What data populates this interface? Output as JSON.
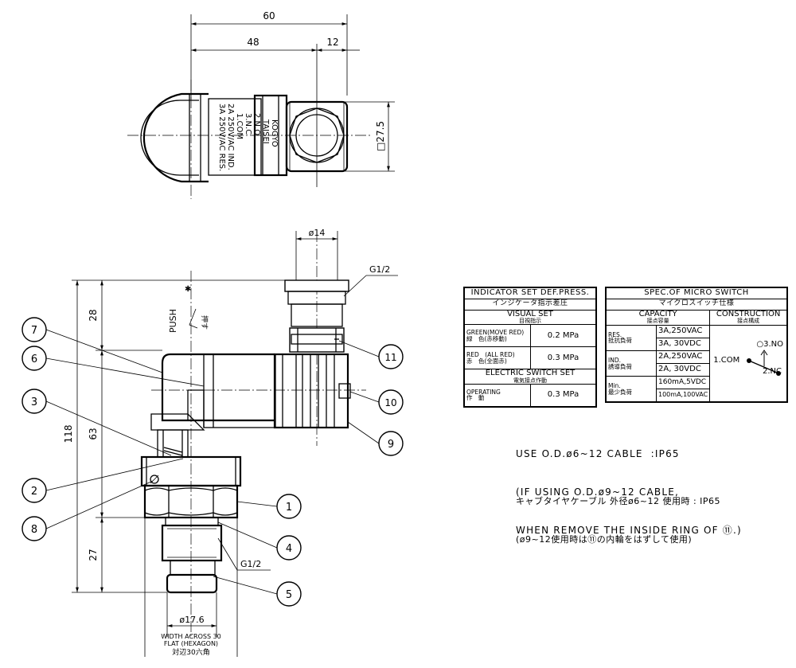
{
  "dimensions": {
    "overall_width": "60",
    "body_width": "48",
    "nut_width": "12",
    "square_size": "□27.5",
    "cable_bore": "ø14",
    "top_thread": "G1/2",
    "height_top": "28",
    "height_total": "118",
    "height_mid": "63",
    "height_bottom": "27",
    "bottom_thread": "G1/2",
    "stem_diameter": "ø17.6",
    "hex_label_line1": "WIDTH ACROSS 30",
    "hex_label_line2": "FLAT (HEXAGON)",
    "hex_label_jp": "対辺30六角"
  },
  "marking": {
    "line1": "3A 250V/AC RES.",
    "line2": "2A 250V/AC IND.",
    "line3": "1.COM",
    "line4": "3.N.C",
    "line5": "2.N.O",
    "line6": "TAISEI",
    "line7": "KOGYO"
  },
  "push": {
    "label": "PUSH",
    "jp": "押す",
    "mark": "✱"
  },
  "callouts": [
    "1",
    "2",
    "3",
    "4",
    "5",
    "6",
    "7",
    "8",
    "9",
    "10",
    "11"
  ],
  "indicator_table": {
    "title": "INDICATOR SET DEF.PRESS.",
    "title_jp": "インジケータ指示差圧",
    "visual_set": "VISUAL SET",
    "visual_set_jp": "目視指示",
    "rows": [
      {
        "label": "GREEN(MOVE RED)",
        "label_jp": "緑　色(赤移動)",
        "value": "0.2 MPa"
      },
      {
        "label": "RED　(ALL RED)",
        "label_jp": "赤　色(全面赤)",
        "value": "0.3 MPa"
      }
    ],
    "electric_set": "ELECTRIC SWITCH SET",
    "electric_set_jp": "電気接点作動",
    "operating": "OPERATING",
    "operating_jp": "作　動",
    "operating_value": "0.3 MPa"
  },
  "switch_table": {
    "title": "SPEC.OF MICRO SWITCH",
    "title_jp": "マイクロスイッチ仕様",
    "capacity": "CAPACITY",
    "capacity_jp": "接点容量",
    "construction": "CONSTRUCTION",
    "construction_jp": "接点構成",
    "rows": [
      {
        "label": "RES.",
        "label_jp": "抵抗負荷",
        "values": [
          "3A,250VAC",
          "3A, 30VDC"
        ]
      },
      {
        "label": "IND.",
        "label_jp": "誘導負荷",
        "values": [
          "2A,250VAC",
          "2A, 30VDC"
        ]
      },
      {
        "label": "Min.",
        "label_jp": "最少負荷",
        "values": [
          "160mA,5VDC",
          "100mA,100VAC"
        ]
      }
    ],
    "com": "1.COM",
    "nc": "2.NC",
    "no": "○3.NO"
  },
  "notes": {
    "en_line1": "USE O.D.ø6~12 CABLE  :IP65",
    "en_line2": "(IF USING O.D.ø9~12 CABLE,",
    "en_line3": "WHEN REMOVE THE INSIDE RING OF ⑪.)",
    "jp_line1": "キャブタイヤケーブル 外径ø6~12 使用時 : IP65",
    "jp_line2": "(ø9~12使用時は⑪の内輪をはずして使用)"
  }
}
